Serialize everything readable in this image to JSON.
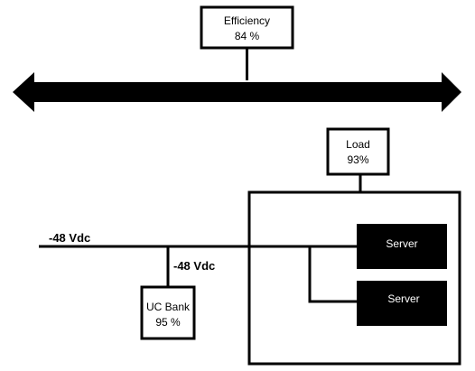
{
  "efficiency": {
    "label": "Efficiency",
    "value": "84 %"
  },
  "load": {
    "label": "Load",
    "value": "93%"
  },
  "uc_bank": {
    "label": "UC Bank",
    "value": "95 %"
  },
  "bus": {
    "main_label": "-48 Vdc",
    "branch_label": "-48 Vdc"
  },
  "servers": [
    {
      "label": "Server"
    },
    {
      "label": "Server"
    }
  ],
  "colors": {
    "line": "#000000",
    "server_fill": "#000000",
    "server_text": "#ffffff",
    "background": "#ffffff"
  }
}
